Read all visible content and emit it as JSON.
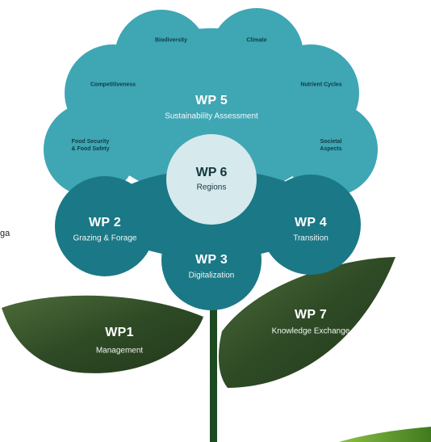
{
  "colors": {
    "outer_petals": "#3fa6b4",
    "outer_petals_edge": "#2c8c99",
    "inner_petals": "#1b7886",
    "center": "#d6e9ec",
    "stem": "#1e4a22",
    "leaf": "#35522a",
    "grass": "#5f9a2b"
  },
  "wp5": {
    "title": "WP 5",
    "subtitle": "Sustainability Assessment"
  },
  "wp6": {
    "title": "WP 6",
    "subtitle": "Regions"
  },
  "wp2": {
    "title": "WP 2",
    "subtitle": "Grazing & Forage"
  },
  "wp3": {
    "title": "WP 3",
    "subtitle": "Digitalization"
  },
  "wp4": {
    "title": "WP 4",
    "subtitle": "Transition"
  },
  "wp1": {
    "title": "WP1",
    "subtitle": "Management"
  },
  "wp7": {
    "title": "WP 7",
    "subtitle": "Knowledge Exchange"
  },
  "petals": {
    "biodiversity": "Biodiversity",
    "climate": "Climate",
    "competitiveness": "Competitiveness",
    "nutrient_cycles": "Nutrient Cycles",
    "food_security_line1": "Food Security",
    "food_security_line2": "& Food Safety",
    "societal_line1": "Societal",
    "societal_line2": "Aspects"
  },
  "side_text": "ga"
}
